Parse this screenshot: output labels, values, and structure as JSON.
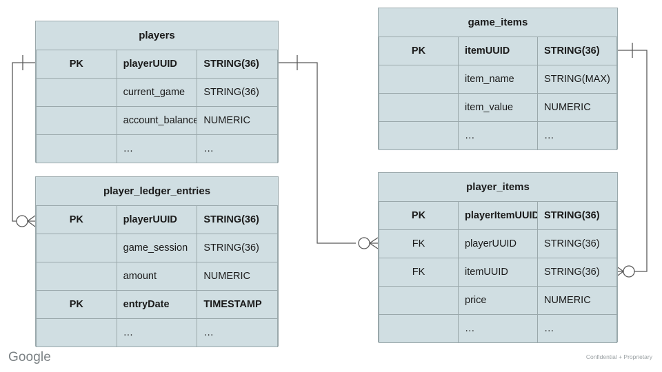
{
  "diagram": {
    "type": "entity-relationship-diagram",
    "palette": {
      "entity_fill": "#d0dee2",
      "entity_border": "#9aa8ab",
      "connector": "#595959",
      "text": "#1a1a1a",
      "footer_logo": "#7b8184",
      "footer_note": "#9aa0a3"
    },
    "entities": [
      {
        "id": "players",
        "title": "players",
        "rows": [
          {
            "key": "PK",
            "name": "playerUUID",
            "type": "STRING(36)",
            "bold": true
          },
          {
            "key": "",
            "name": "current_game",
            "type": "STRING(36)",
            "bold": false
          },
          {
            "key": "",
            "name": "account_balance",
            "type": "NUMERIC",
            "bold": false
          },
          {
            "key": "",
            "name": "…",
            "type": "…",
            "bold": false
          }
        ]
      },
      {
        "id": "player_ledger_entries",
        "title": "player_ledger_entries",
        "rows": [
          {
            "key": "PK",
            "name": "playerUUID",
            "type": "STRING(36)",
            "bold": true
          },
          {
            "key": "",
            "name": "game_session",
            "type": "STRING(36)",
            "bold": false
          },
          {
            "key": "",
            "name": "amount",
            "type": "NUMERIC",
            "bold": false
          },
          {
            "key": "PK",
            "name": "entryDate",
            "type": "TIMESTAMP",
            "bold": true
          },
          {
            "key": "",
            "name": "…",
            "type": "…",
            "bold": false
          }
        ]
      },
      {
        "id": "game_items",
        "title": "game_items",
        "rows": [
          {
            "key": "PK",
            "name": "itemUUID",
            "type": "STRING(36)",
            "bold": true
          },
          {
            "key": "",
            "name": "item_name",
            "type": "STRING(MAX)",
            "bold": false
          },
          {
            "key": "",
            "name": "item_value",
            "type": "NUMERIC",
            "bold": false
          },
          {
            "key": "",
            "name": "…",
            "type": "…",
            "bold": false
          }
        ]
      },
      {
        "id": "player_items",
        "title": "player_items",
        "rows": [
          {
            "key": "PK",
            "name": "playerItemUUID",
            "type": "STRING(36)",
            "bold": true
          },
          {
            "key": "FK",
            "name": "playerUUID",
            "type": "STRING(36)",
            "bold": false
          },
          {
            "key": "FK",
            "name": "itemUUID",
            "type": "STRING(36)",
            "bold": false
          },
          {
            "key": "",
            "name": "price",
            "type": "NUMERIC",
            "bold": false
          },
          {
            "key": "",
            "name": "…",
            "type": "…",
            "bold": false
          }
        ]
      }
    ],
    "relationships": [
      {
        "id": "players-to-ledger",
        "from_entity": "players",
        "from_field": "playerUUID",
        "from_cardinality": "one",
        "to_entity": "player_ledger_entries",
        "to_field": "playerUUID",
        "to_cardinality": "zero-or-many"
      },
      {
        "id": "players-to-player-items",
        "from_entity": "players",
        "from_field": "playerUUID",
        "from_cardinality": "one",
        "to_entity": "player_items",
        "to_field": "playerUUID",
        "to_cardinality": "zero-or-many"
      },
      {
        "id": "game-items-to-player-items",
        "from_entity": "game_items",
        "from_field": "itemUUID",
        "from_cardinality": "one",
        "to_entity": "player_items",
        "to_field": "itemUUID",
        "to_cardinality": "zero-or-many"
      }
    ]
  },
  "footer": {
    "logo": "Google",
    "note": "Confidential + Proprietary"
  }
}
